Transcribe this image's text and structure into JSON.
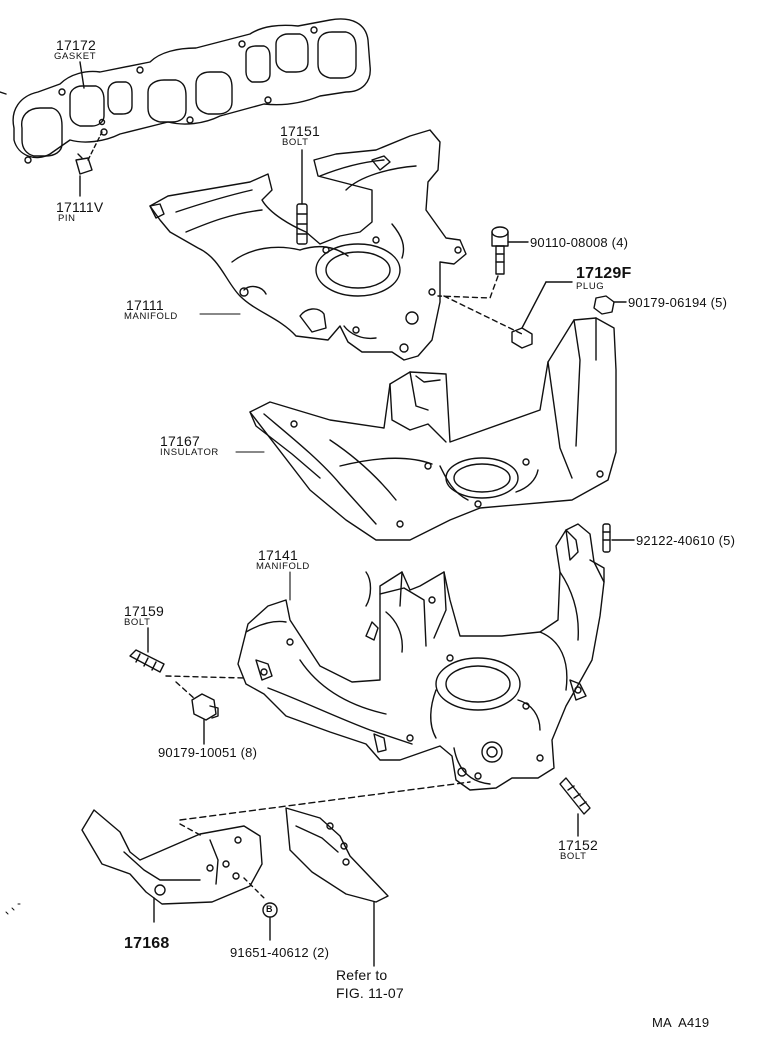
{
  "parts": {
    "p17172": {
      "number": "17172",
      "name": "GASKET"
    },
    "p17111v": {
      "number": "17111V",
      "name": "PIN"
    },
    "p17151": {
      "number": "17151",
      "name": "BOLT"
    },
    "p17111": {
      "number": "17111",
      "name": "MANIFOLD"
    },
    "p90110": {
      "number": "90110-08008 (4)"
    },
    "p17129f": {
      "number": "17129F",
      "name": "PLUG"
    },
    "p90179_06194": {
      "number": "90179-06194 (5)"
    },
    "p17167": {
      "number": "17167",
      "name": "INSULATOR"
    },
    "p92122": {
      "number": "92122-40610 (5)"
    },
    "p17141": {
      "number": "17141",
      "name": "MANIFOLD"
    },
    "p17159": {
      "number": "17159",
      "name": "BOLT"
    },
    "p90179_10051": {
      "number": "90179-10051 (8)"
    },
    "p17152": {
      "number": "17152",
      "name": "BOLT"
    },
    "p17168": {
      "number": "17168"
    },
    "p91651": {
      "number": "91651-40612 (2)",
      "marker": "B"
    }
  },
  "reference": {
    "line1": "Refer to",
    "line2": "FIG. 11-07"
  },
  "figure_code": "MA  A419"
}
